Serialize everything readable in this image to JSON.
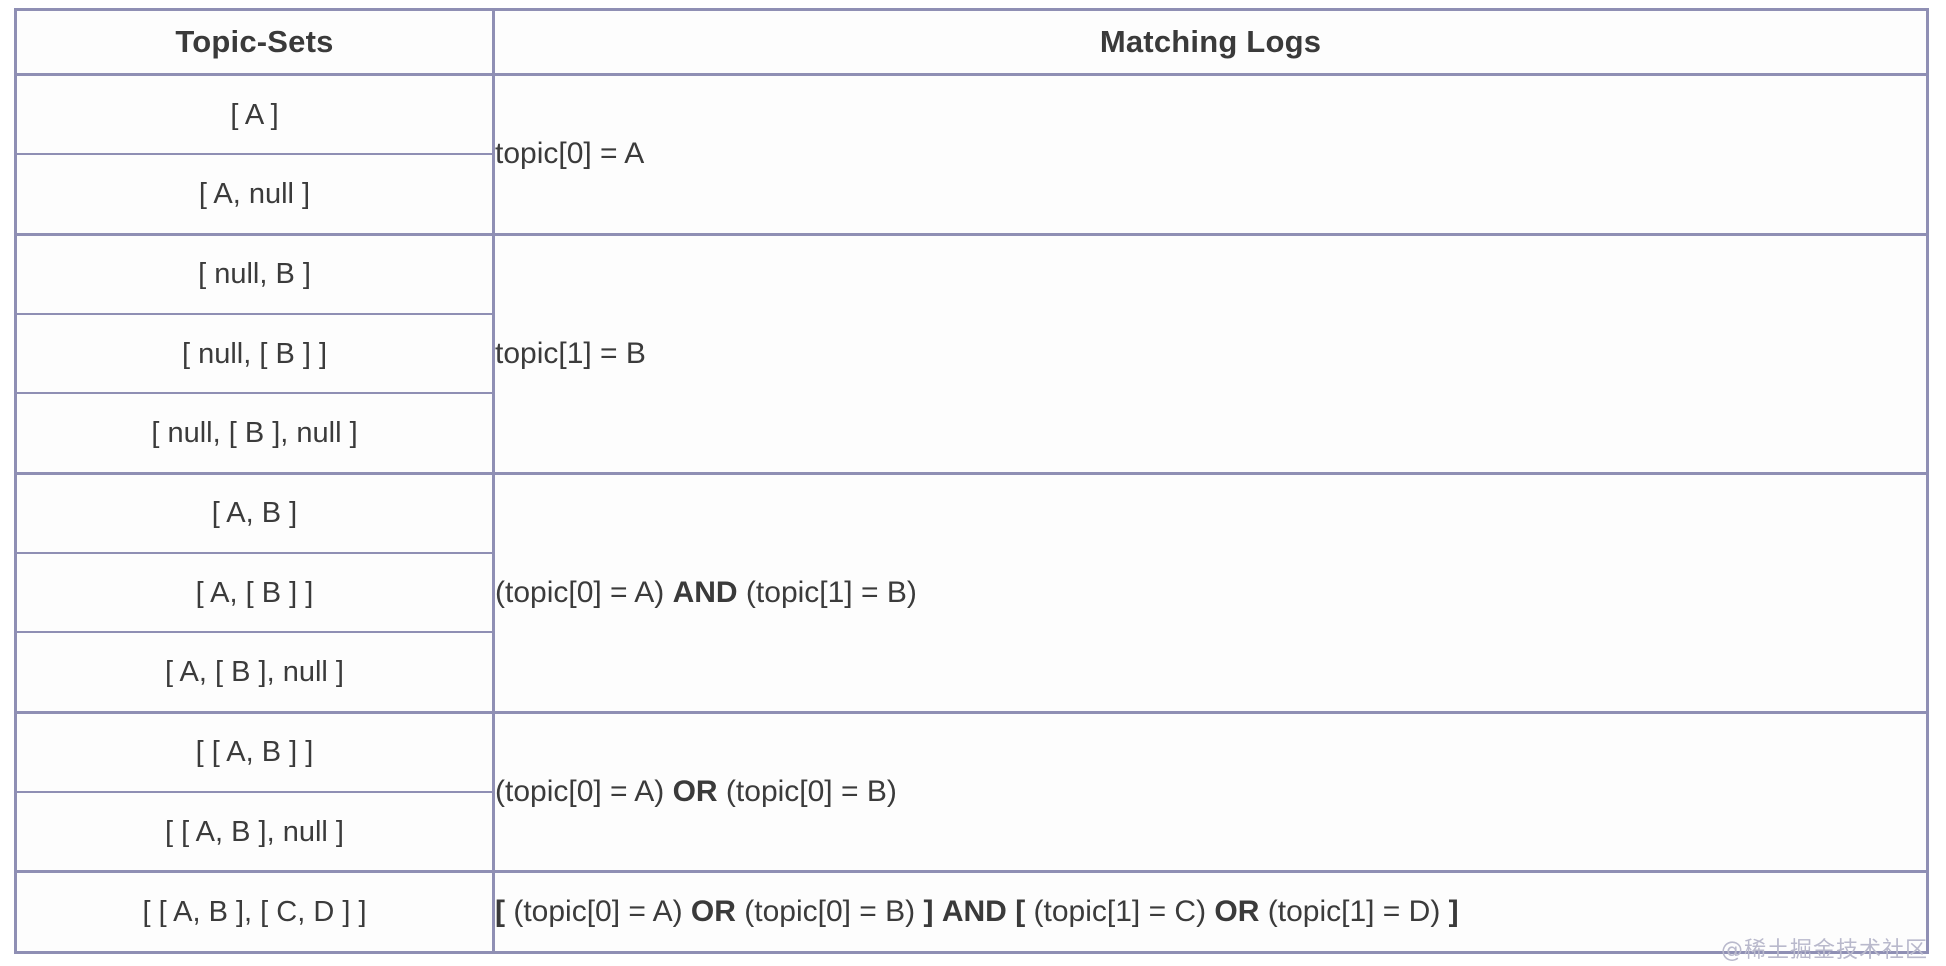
{
  "table": {
    "headers": {
      "left": "Topic-Sets",
      "right": "Matching Logs"
    },
    "groups": [
      {
        "id": "group-topic0-a",
        "topic_sets": [
          "[ A ]",
          "[ A, null ]"
        ],
        "matching_log_plain": "topic[0] = A",
        "matching_log_parts": [
          {
            "text": "topic[0] = A",
            "bold": false
          }
        ]
      },
      {
        "id": "group-topic1-b",
        "topic_sets": [
          "[ null, B ]",
          "[ null, [ B ] ]",
          "[ null, [ B ], null ]"
        ],
        "matching_log_plain": "topic[1] = B",
        "matching_log_parts": [
          {
            "text": "topic[1] = B",
            "bold": false
          }
        ]
      },
      {
        "id": "group-and",
        "topic_sets": [
          "[ A, B ]",
          "[ A, [ B ] ]",
          "[ A, [ B ], null ]"
        ],
        "matching_log_plain": "(topic[0] = A) AND (topic[1] = B)",
        "matching_log_parts": [
          {
            "text": "(topic[0] = A) ",
            "bold": false
          },
          {
            "text": "AND",
            "bold": true
          },
          {
            "text": " (topic[1] = B)",
            "bold": false
          }
        ]
      },
      {
        "id": "group-or",
        "topic_sets": [
          "[ [ A, B ] ]",
          "[ [ A, B ], null ]"
        ],
        "matching_log_plain": "(topic[0] = A) OR (topic[0] = B)",
        "matching_log_parts": [
          {
            "text": "(topic[0] = A) ",
            "bold": false
          },
          {
            "text": "OR",
            "bold": true
          },
          {
            "text": " (topic[0] = B)",
            "bold": false
          }
        ]
      },
      {
        "id": "group-or-and-or",
        "topic_sets": [
          "[ [ A, B ], [ C, D ] ]"
        ],
        "matching_log_plain": "[ (topic[0] = A) OR (topic[0] = B) ] AND [ (topic[1] = C) OR (topic[1] = D) ]",
        "matching_log_parts": [
          {
            "text": "[",
            "bold": true
          },
          {
            "text": " (topic[0] = A) ",
            "bold": false
          },
          {
            "text": "OR",
            "bold": true
          },
          {
            "text": " (topic[0] = B) ",
            "bold": false
          },
          {
            "text": "]",
            "bold": true
          },
          {
            "text": " ",
            "bold": false
          },
          {
            "text": "AND",
            "bold": true
          },
          {
            "text": " ",
            "bold": false
          },
          {
            "text": "[",
            "bold": true
          },
          {
            "text": " (topic[1] = C) ",
            "bold": false
          },
          {
            "text": "OR",
            "bold": true
          },
          {
            "text": " (topic[1] = D) ",
            "bold": false
          },
          {
            "text": "]",
            "bold": true
          }
        ]
      }
    ]
  },
  "watermark": {
    "text": "@稀土掘金技术社区"
  },
  "colors": {
    "border": "#8f8fb4",
    "text": "#3b3b3b",
    "background": "#fdfdfd",
    "watermark": "#b9b9cc"
  }
}
